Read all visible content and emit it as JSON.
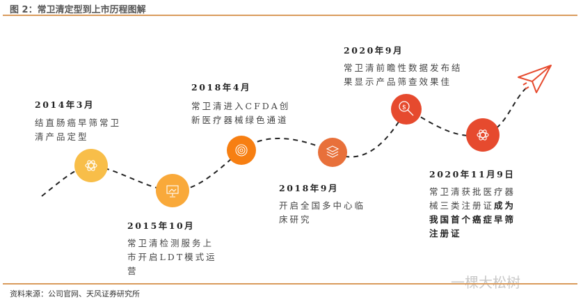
{
  "title": "图 2：常卫清定型到上市历程图解",
  "source": "资料来源：公司官网、天风证券研究所",
  "watermark": "一棵大松树",
  "milestones": [
    {
      "date": "2014年3月",
      "lines": [
        "结直肠癌早筛常卫",
        "清产品定型"
      ],
      "icon": "atom-icon",
      "color": "#F8BE49"
    },
    {
      "date": "2015年10月",
      "lines": [
        "常卫清检测服务上",
        "市开启LDT模式运",
        "营"
      ],
      "icon": "presentation-icon",
      "color": "#F9A93A"
    },
    {
      "date": "2018年4月",
      "lines": [
        "常卫清进入CFDA创",
        "新医疗器械绿色通道"
      ],
      "icon": "target-icon",
      "color": "#F77F12"
    },
    {
      "date": "2018年9月",
      "lines": [
        "开启全国多中心临",
        "床研究"
      ],
      "icon": "layers-icon",
      "color": "#E8703A"
    },
    {
      "date": "2020年9月",
      "lines": [
        "常卫清前瞻性数据发布结",
        "果显示产品筛查效果佳"
      ],
      "icon": "dollar-search-icon",
      "color": "#E64A2E"
    },
    {
      "date": "2020年11月9日",
      "lines": [
        "常卫清获批医疗器",
        "械三类注册证",
        "成为",
        "我国首个癌症早筛",
        "注册证"
      ],
      "icon": "atom-icon",
      "color": "#E64A2E"
    }
  ]
}
